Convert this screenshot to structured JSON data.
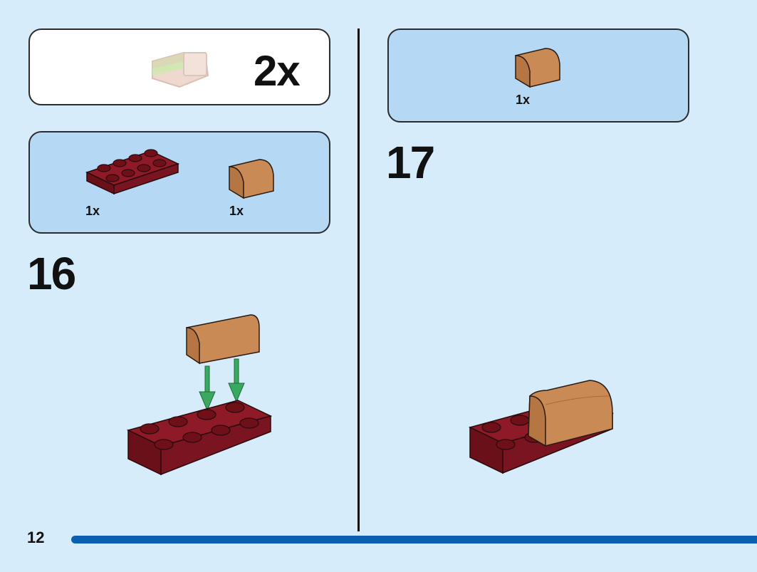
{
  "left": {
    "callout": {
      "multiplier": "2x"
    },
    "parts": [
      {
        "label": "1x"
      },
      {
        "label": "1x"
      }
    ],
    "step": "16"
  },
  "right": {
    "parts": [
      {
        "label": "1x"
      }
    ],
    "step": "17"
  },
  "footer": {
    "page_number": "12"
  },
  "colors": {
    "background": "#d6ecfa",
    "parts_box": "#b5d8f5",
    "brick_dark_red": "#7a1420",
    "tile_tan": "#c98a55",
    "arrow_green": "#3aa860",
    "page_bar": "#0a5fb0"
  }
}
